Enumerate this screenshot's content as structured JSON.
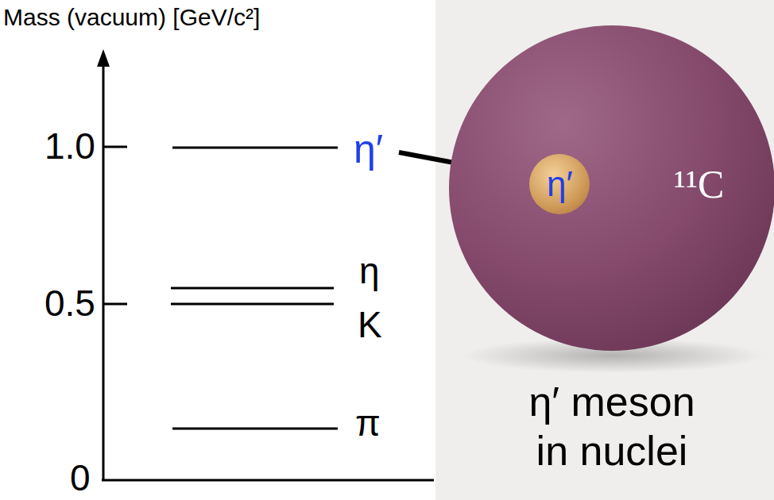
{
  "diagram": {
    "nodes": [
      {
        "text": [
          "¹¹C"
        ]
      },
      {
        "text": [
          "η′"
        ],
        "in": 0
      }
    ],
    "edges": [],
    "labels": [
      "Mass (vacuum) [GeV/c²]",
      "1.0",
      "0.5",
      "0",
      "η′",
      "η",
      "K",
      "π",
      "η′ meson in nuclei"
    ]
  }
}
